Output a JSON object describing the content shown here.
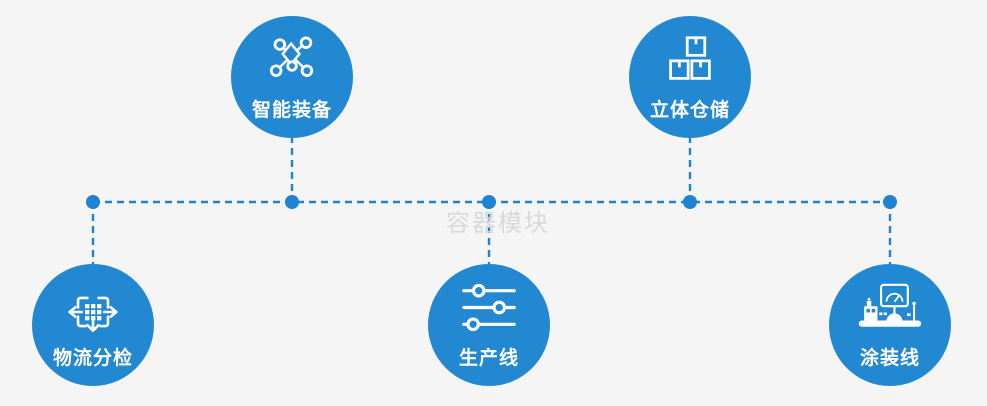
{
  "diagram": {
    "watermark": "容器模块",
    "nodes": [
      {
        "label": "智能装备",
        "icon": "network-nodes-icon"
      },
      {
        "label": "立体仓储",
        "icon": "stacked-boxes-icon"
      },
      {
        "label": "物流分检",
        "icon": "sorting-arrows-icon"
      },
      {
        "label": "生产线",
        "icon": "sliders-icon"
      },
      {
        "label": "涂装线",
        "icon": "coating-machine-icon"
      }
    ],
    "colors": {
      "node_fill": "#2288d1",
      "connector": "#1e83d1",
      "background": "#f5f5f6",
      "label_text": "#ffffff",
      "watermark": "#d8d9da"
    }
  }
}
